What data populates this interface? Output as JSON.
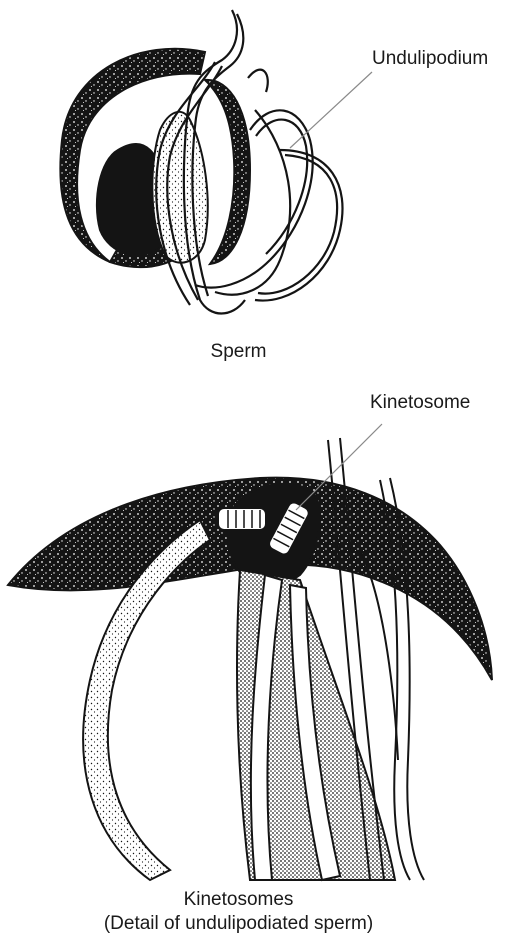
{
  "panels": {
    "sperm": {
      "label": "Undulipodium",
      "caption": "Sperm"
    },
    "detail": {
      "label": "Kinetosome",
      "caption_line1": "Kinetosomes",
      "caption_line2": "(Detail of undulipodiated sperm)"
    }
  },
  "colors": {
    "ink": "#141414",
    "paper": "#ffffff",
    "leader": "#8a8a8a"
  }
}
